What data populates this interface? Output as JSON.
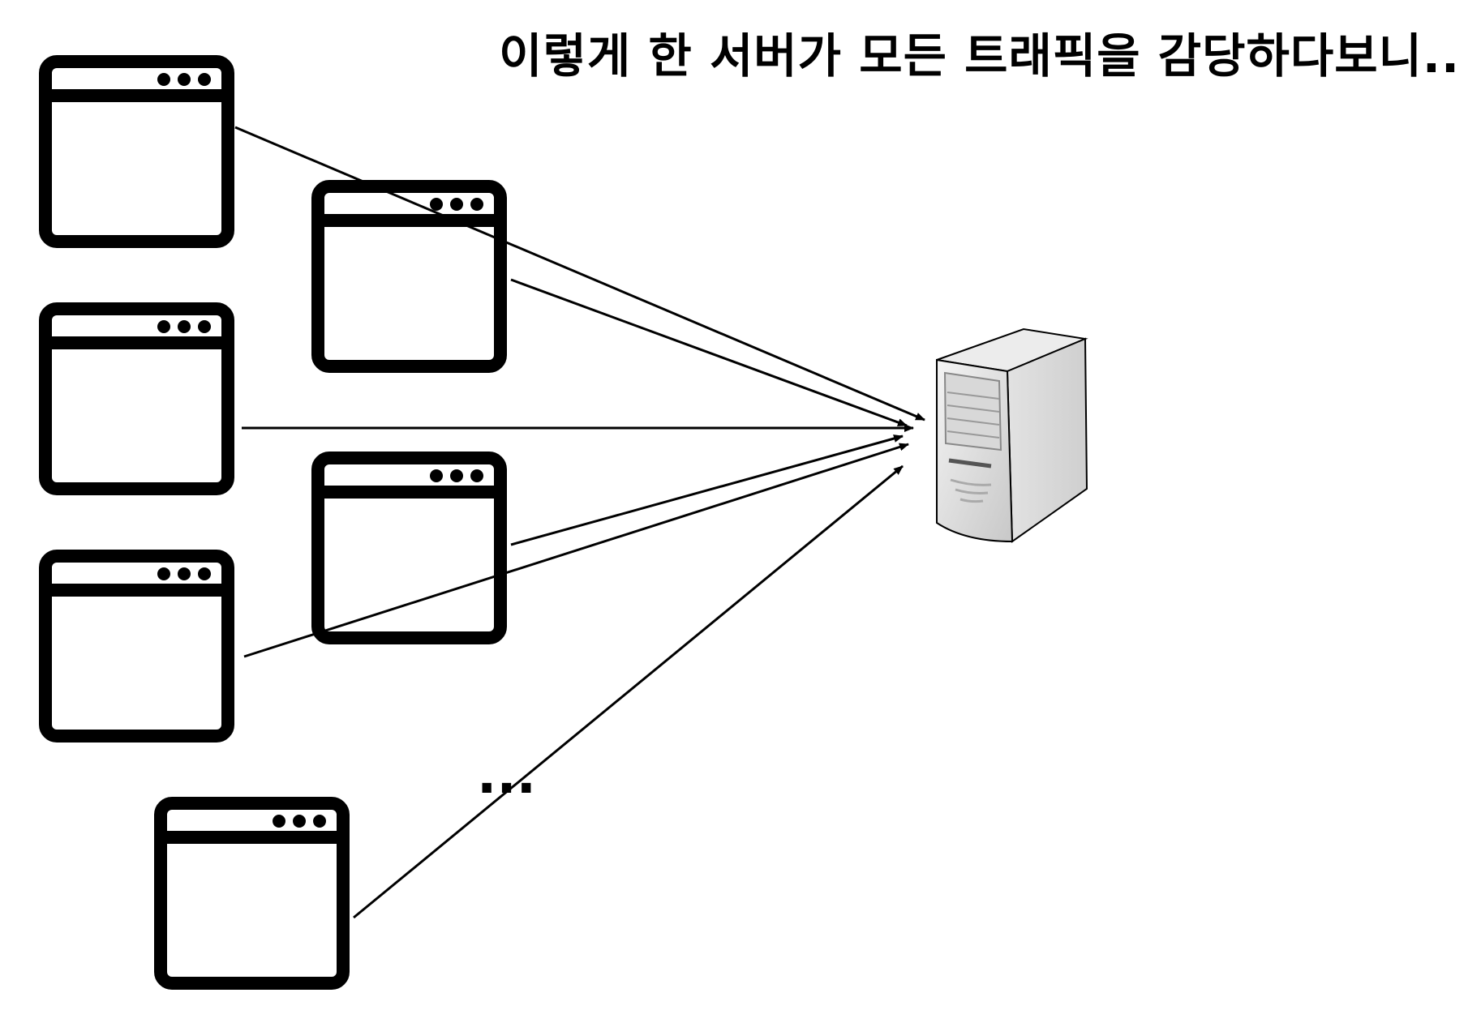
{
  "diagram": {
    "title": "이렇게 한 서버가 모든 트래픽을 감당하다보니..",
    "ellipsis": "...",
    "clients": [
      {
        "id": "browser-1",
        "icon": "browser-window-icon"
      },
      {
        "id": "browser-2",
        "icon": "browser-window-icon"
      },
      {
        "id": "browser-3",
        "icon": "browser-window-icon"
      },
      {
        "id": "browser-4",
        "icon": "browser-window-icon"
      },
      {
        "id": "browser-5",
        "icon": "browser-window-icon"
      },
      {
        "id": "browser-6",
        "icon": "browser-window-icon"
      }
    ],
    "server": {
      "icon": "server-tower-icon"
    },
    "connections": [
      {
        "from": "browser-1",
        "to": "server"
      },
      {
        "from": "browser-2",
        "to": "server"
      },
      {
        "from": "browser-3",
        "to": "server"
      },
      {
        "from": "browser-4",
        "to": "server"
      },
      {
        "from": "browser-5",
        "to": "server"
      },
      {
        "from": "browser-6",
        "to": "server"
      }
    ]
  }
}
